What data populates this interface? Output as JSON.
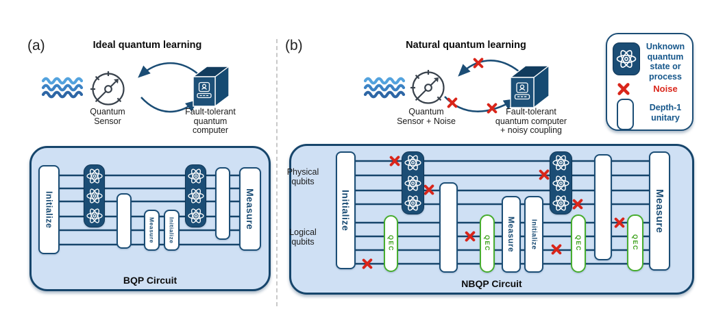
{
  "panel_a": {
    "tag": "(a)",
    "title": "Ideal quantum learning",
    "sensor_label": "Quantum\nSensor",
    "computer_label": "Fault-tolerant\nquantum\ncomputer",
    "circuit": {
      "name": "BQP Circuit",
      "initialize_label": "Initialize",
      "measure_label": "Measure"
    }
  },
  "panel_b": {
    "tag": "(b)",
    "title": "Natural quantum learning",
    "sensor_label": "Quantum\nSensor + Noise",
    "computer_label": "Fault-tolerant\nquantum computer\n+ noisy coupling",
    "physical_qubits_label": "Physical\nqubits",
    "logical_qubits_label": "Logical\nqubits",
    "circuit": {
      "name": "NBQP Circuit",
      "initialize_label": "Initialize",
      "measure_label": "Measure",
      "qec_label": "QEC"
    }
  },
  "legend": {
    "items": [
      {
        "icon": "atom-icon",
        "label": "Unknown\nquantum\nstate or\nprocess"
      },
      {
        "icon": "noise-x-icon",
        "label": "Noise"
      },
      {
        "icon": "depth1-unitary-icon",
        "label": "Depth-1\nunitary"
      }
    ]
  },
  "colors": {
    "navy": "#1b4d75",
    "circuit_fill": "#cfe0f4",
    "wire": "#16456b",
    "qec_green": "#47ad2e",
    "noise_red": "#d9251a",
    "legend_text_blue": "#15568a",
    "wave_light": "#54a3de",
    "wave_mid": "#3b82c4",
    "wave_dark": "#2d66a5"
  }
}
